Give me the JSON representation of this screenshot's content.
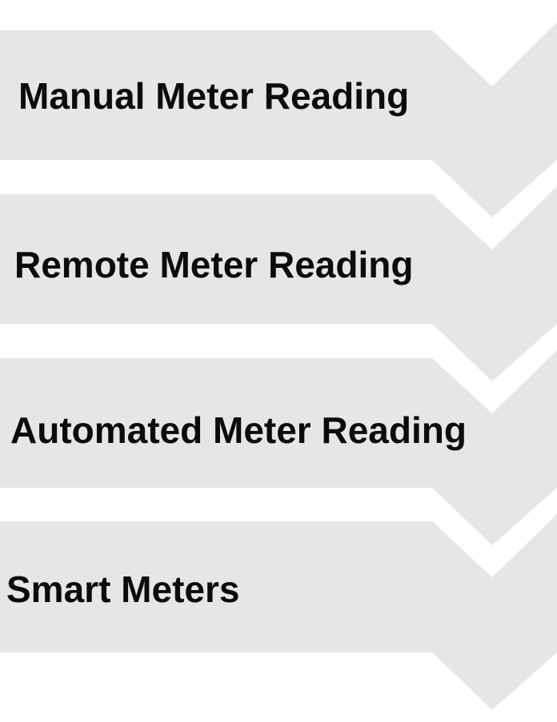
{
  "diagram": {
    "fill_color": "#e6e6e8",
    "text_color": "#0c0c0c",
    "steps": [
      {
        "label": "Manual Meter Reading"
      },
      {
        "label": "Remote Meter Reading"
      },
      {
        "label": "Automated Meter Reading"
      },
      {
        "label": "Smart Meters"
      }
    ]
  }
}
